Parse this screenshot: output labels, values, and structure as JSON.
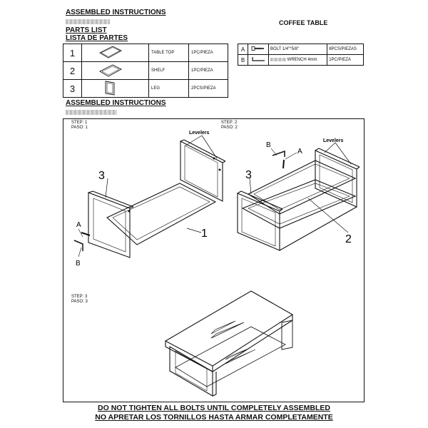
{
  "header": {
    "title": "ASSEMBLED INSTRUCTIONS",
    "parts_list_en": "PARTS LIST",
    "parts_list_es": "LISTA DE PARTES",
    "product": "COFFEE TABLE"
  },
  "parts": [
    {
      "num": "1",
      "name": "TABLE TOP",
      "qty": "1PC/PIEZA",
      "icon": "table-top-icon"
    },
    {
      "num": "2",
      "name": "SHELF",
      "qty": "1PC/PIEZA",
      "icon": "shelf-icon"
    },
    {
      "num": "3",
      "name": "LEG",
      "qty": "2PCS/PIEZA",
      "icon": "leg-icon"
    }
  ],
  "hardware": [
    {
      "letter": "A",
      "name": "BOLT 1/4\"*5/8\"",
      "qty": "8PCS/PIEZAS",
      "icon": "bolt-icon"
    },
    {
      "letter": "B",
      "name": "WRENCH 4mm",
      "qty": "1PC/PIEZA",
      "icon": "allen-wrench-icon"
    }
  ],
  "section2": {
    "title": "ASSEMBLED INSTRUCTIONS"
  },
  "steps": [
    {
      "step": "STEP: 1",
      "paso": "PASO: 1"
    },
    {
      "step": "STEP: 2",
      "paso": "PASO: 2"
    },
    {
      "step": "STEP: 3",
      "paso": "PASO: 3"
    }
  ],
  "diagram_labels": {
    "levelers": "Levelers",
    "a": "A",
    "b": "B",
    "one": "1",
    "two": "2",
    "three": "3"
  },
  "warning": {
    "en": "DO NOT TIGHTEN ALL BOLTS UNTIL COMPLETELY ASSEMBLED",
    "es": "NO APRETAR LOS TORNILLOS HASTA ARMAR COMPLETAMENTE"
  }
}
